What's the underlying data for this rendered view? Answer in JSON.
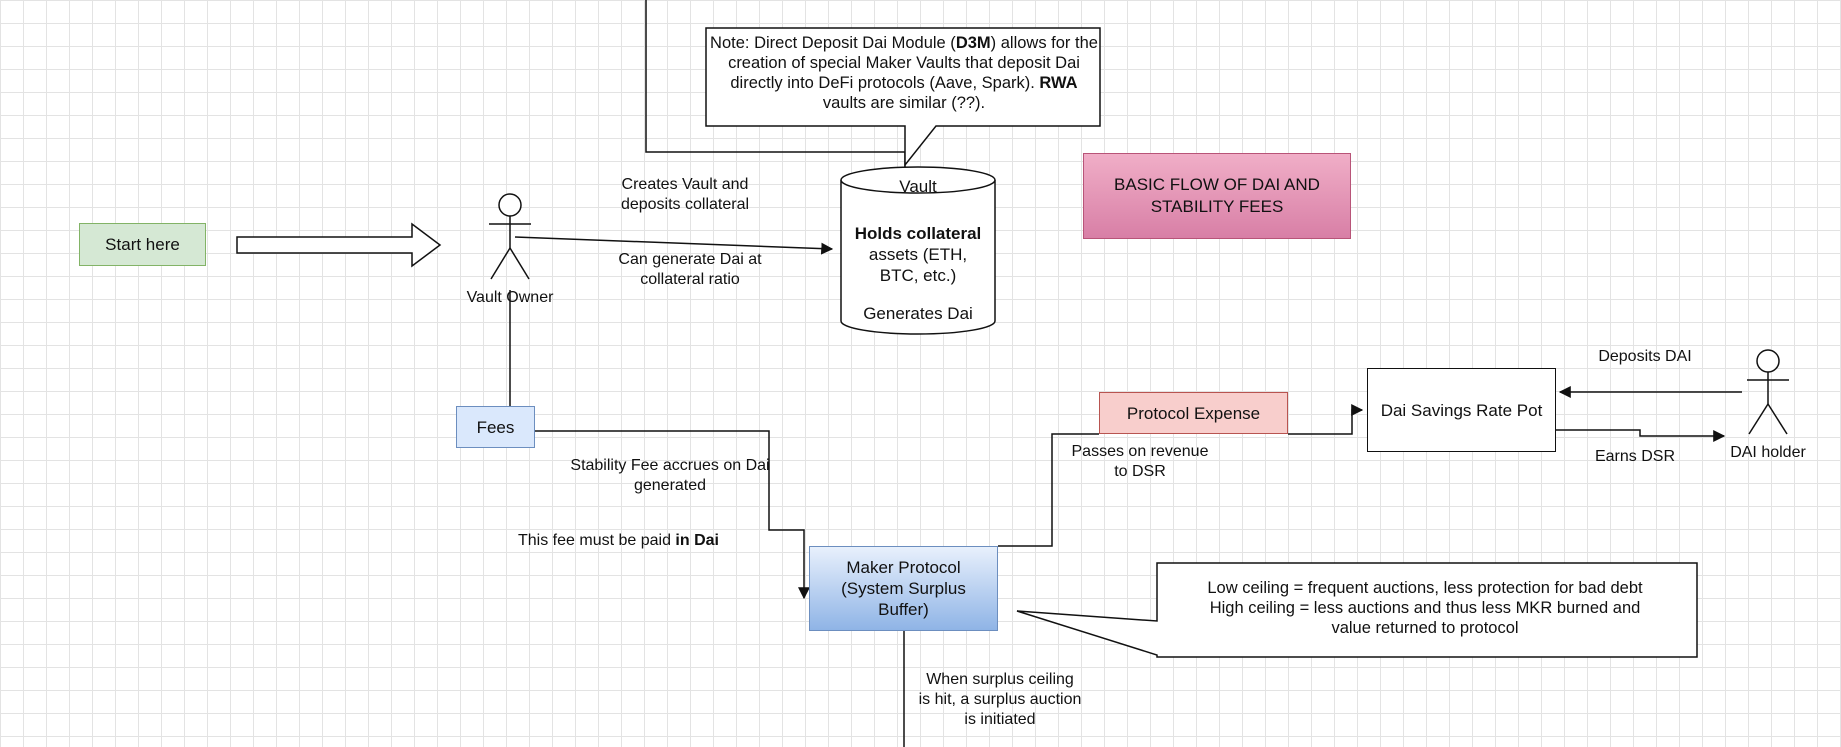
{
  "diagram": {
    "title": "BASIC FLOW OF DAI AND STABILITY FEES",
    "start_label": "Start here",
    "actors": {
      "vault_owner": "Vault Owner",
      "dai_holder": "DAI holder"
    },
    "vault": {
      "header": "Vault",
      "bold_line": "Holds collateral",
      "line2": "assets (ETH,",
      "line3": "BTC, etc.)",
      "footer": "Generates Dai"
    },
    "note_d3m": {
      "part1": "Note: Direct Deposit Dai Module (",
      "bold1": "D3M",
      "part2": ") allows for the creation of special Maker Vaults that deposit Dai directly into DeFi protocols (Aave, Spark). ",
      "bold2": "RWA",
      "part3": " vaults are similar (??)."
    },
    "fees_label": "Fees",
    "maker_protocol": {
      "line1": "Maker Protocol",
      "line2": "(System Surplus",
      "line3": "Buffer)"
    },
    "protocol_expense": "Protocol Expense",
    "dsr_pot": "Dai Savings Rate Pot",
    "note_ceiling": {
      "line1": "Low ceiling = frequent auctions, less protection for bad debt",
      "line2": "High ceiling = less auctions and thus less MKR burned and",
      "line3": "value returned to protocol"
    },
    "edge_labels": {
      "creates_vault_1": "Creates Vault and",
      "creates_vault_2": "deposits collateral",
      "generate_dai_1": "Can generate Dai at",
      "generate_dai_2": "collateral ratio",
      "stability_fee_1": "Stability Fee accrues on Dai",
      "stability_fee_2": "generated",
      "fee_paid_prefix": "This fee must be paid ",
      "fee_paid_bold": "in Dai",
      "passes_revenue_1": "Passes on revenue",
      "passes_revenue_2": "to DSR",
      "deposits_dai": "Deposits DAI",
      "earns_dsr": "Earns DSR",
      "surplus_1": "When surplus ceiling",
      "surplus_2": "is hit, a surplus auction",
      "surplus_3": "is initiated"
    }
  }
}
